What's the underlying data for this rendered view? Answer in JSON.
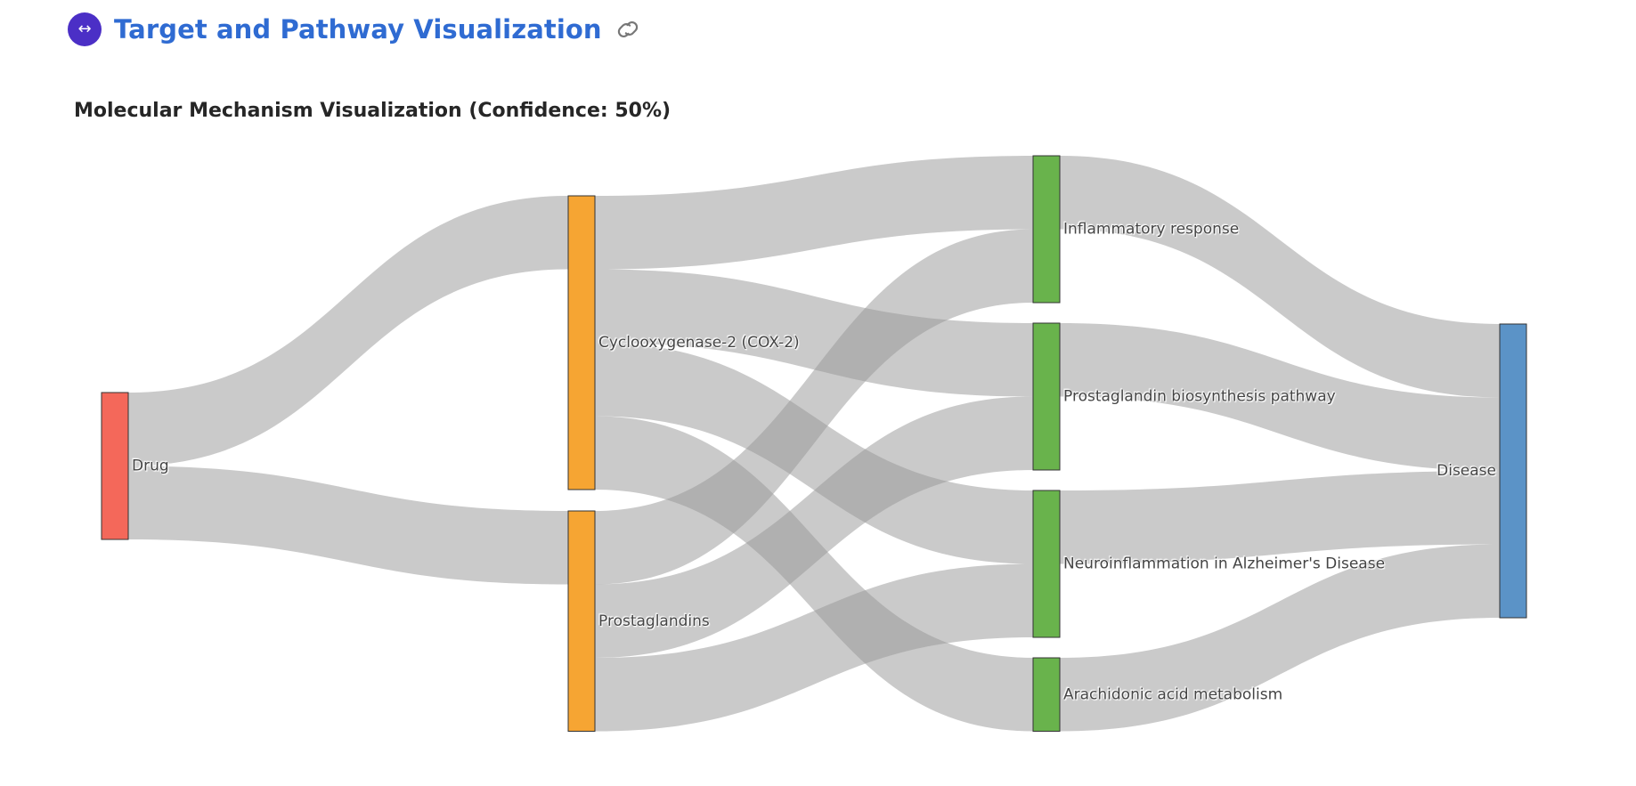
{
  "header": {
    "title": "Target and Pathway Visualization",
    "icon": "arrows-horizontal-icon",
    "icon_color": "#4b2fc6",
    "title_color": "#2f6bd2",
    "link_icon": "link-icon"
  },
  "chart_data": {
    "type": "sankey",
    "title": "Molecular Mechanism Visualization (Confidence: 50%)",
    "link_color": "rgba(150,150,150,0.5)",
    "nodes": [
      {
        "id": "drug",
        "label": "Drug",
        "color": "#f4685a"
      },
      {
        "id": "cox2",
        "label": "Cyclooxygenase-2 (COX-2)",
        "color": "#f6a533"
      },
      {
        "id": "pg",
        "label": "Prostaglandins",
        "color": "#f6a533"
      },
      {
        "id": "infl",
        "label": "Inflammatory response",
        "color": "#69b34c"
      },
      {
        "id": "pgbio",
        "label": "Prostaglandin biosynthesis pathway",
        "color": "#69b34c"
      },
      {
        "id": "neuro",
        "label": "Neuroinflammation in Alzheimer's Disease",
        "color": "#69b34c"
      },
      {
        "id": "ara",
        "label": "Arachidonic acid metabolism",
        "color": "#69b34c"
      },
      {
        "id": "disease",
        "label": "Disease",
        "color": "#5b93c7"
      }
    ],
    "links": [
      {
        "source": "drug",
        "target": "cox2",
        "value": 1
      },
      {
        "source": "drug",
        "target": "pg",
        "value": 1
      },
      {
        "source": "cox2",
        "target": "infl",
        "value": 1
      },
      {
        "source": "cox2",
        "target": "pgbio",
        "value": 1
      },
      {
        "source": "cox2",
        "target": "neuro",
        "value": 1
      },
      {
        "source": "cox2",
        "target": "ara",
        "value": 1
      },
      {
        "source": "pg",
        "target": "infl",
        "value": 1
      },
      {
        "source": "pg",
        "target": "pgbio",
        "value": 1
      },
      {
        "source": "pg",
        "target": "neuro",
        "value": 1
      },
      {
        "source": "infl",
        "target": "disease",
        "value": 1
      },
      {
        "source": "pgbio",
        "target": "disease",
        "value": 1
      },
      {
        "source": "neuro",
        "target": "disease",
        "value": 1
      },
      {
        "source": "ara",
        "target": "disease",
        "value": 1
      }
    ]
  }
}
